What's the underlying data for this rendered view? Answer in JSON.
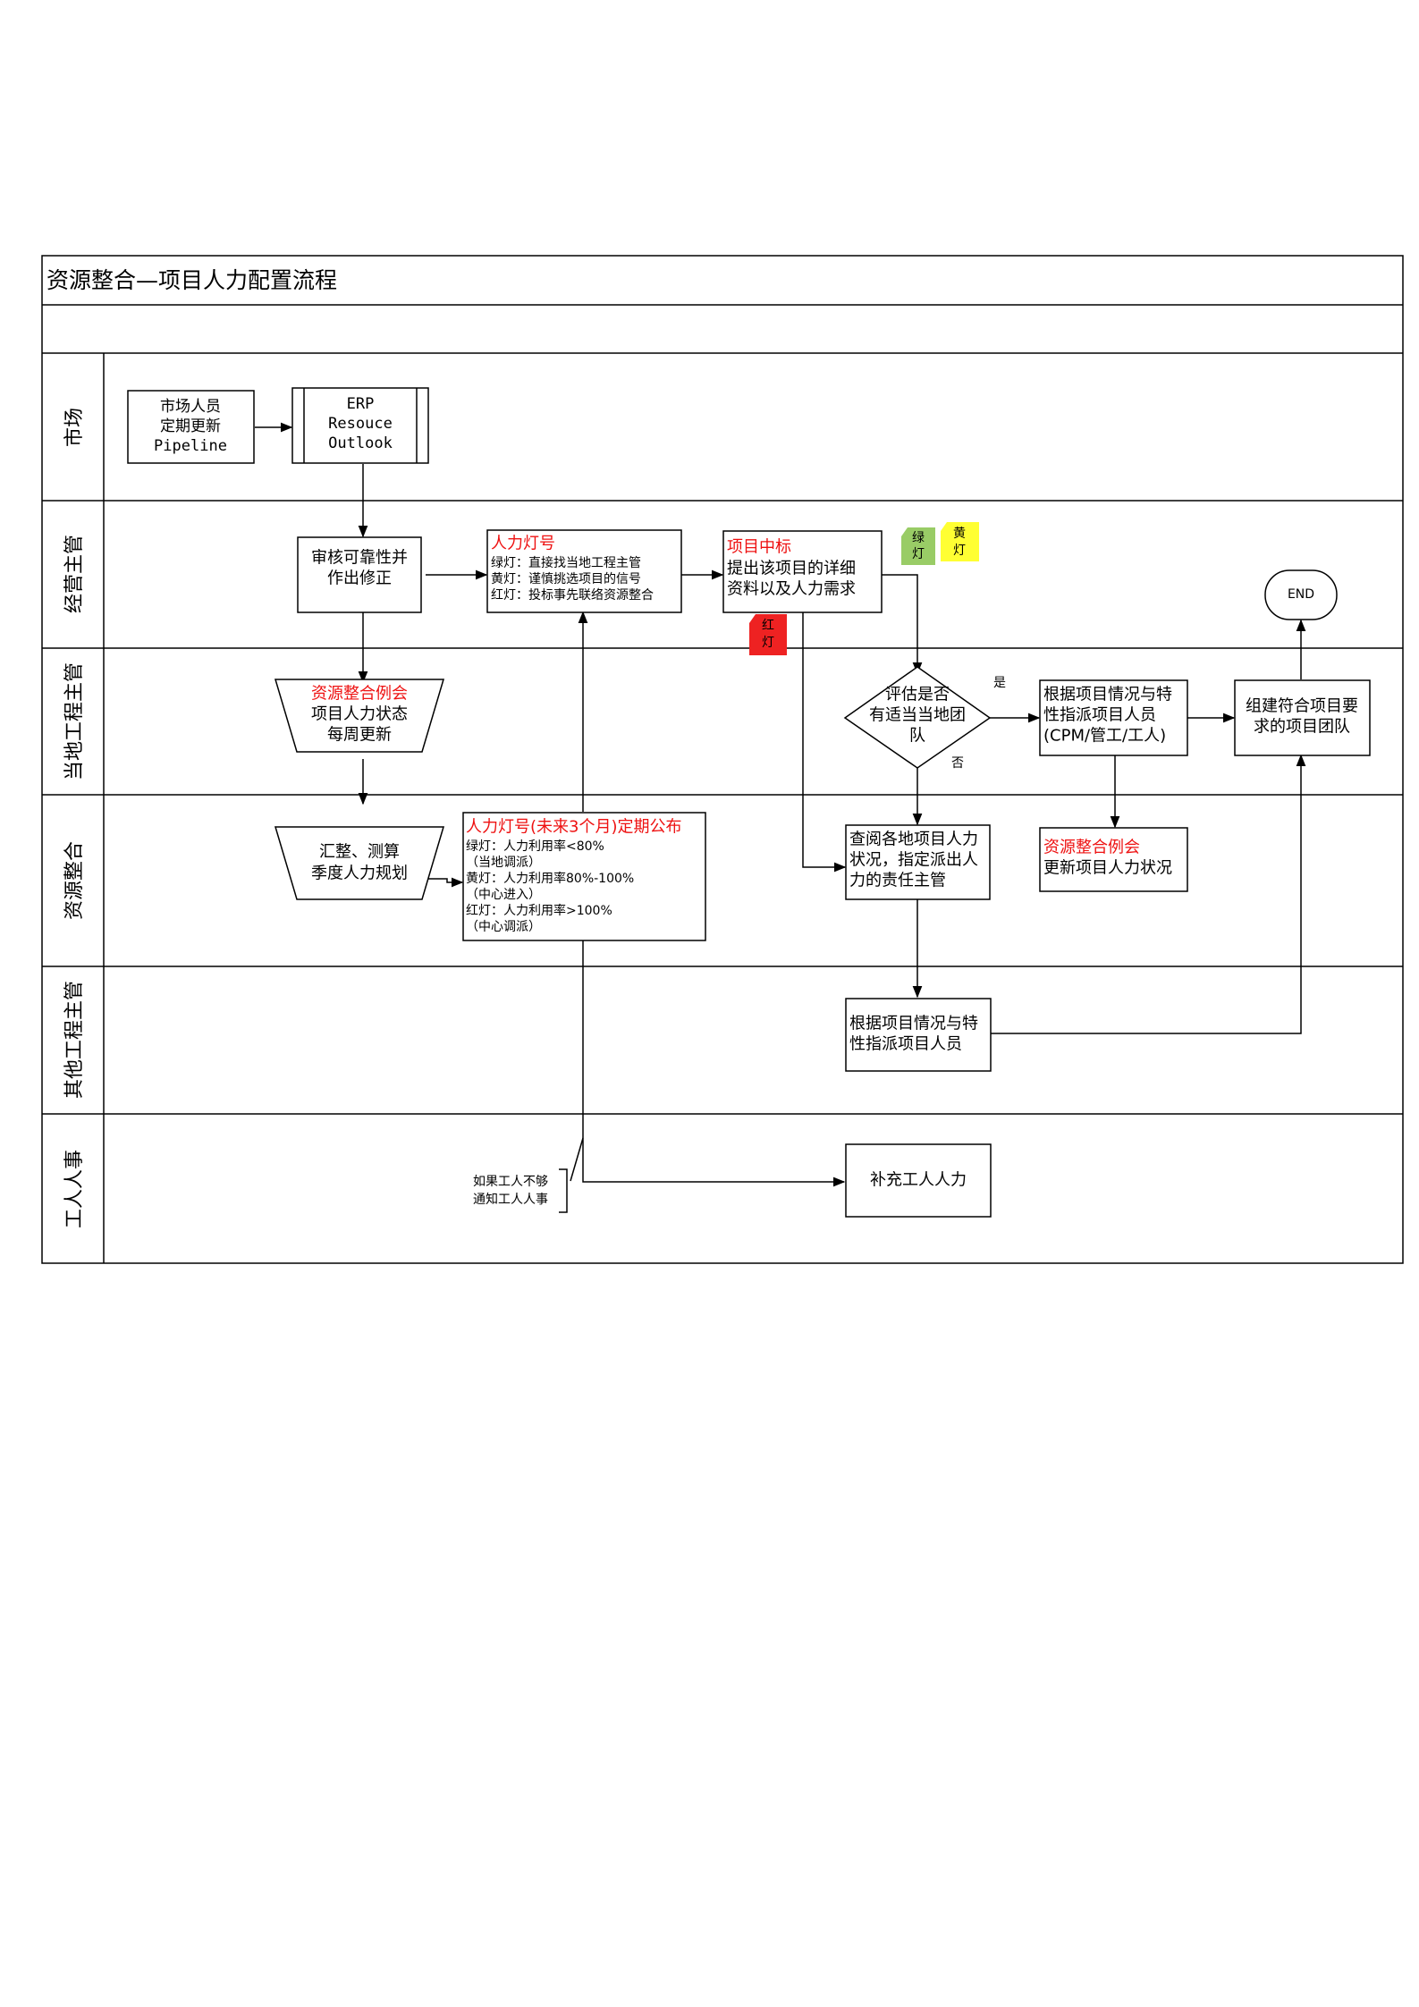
{
  "title": "资源整合—项目人力配置流程",
  "lanes": [
    "市场",
    "经营主管",
    "当地工程主管",
    "资源整合",
    "其他工程主管",
    "工人人事"
  ],
  "nodes": {
    "market_update": [
      "市场人员",
      "定期更新",
      "Pipeline"
    ],
    "erp": [
      "ERP",
      "Resouce",
      "Outlook"
    ],
    "review": [
      "审核可靠性并",
      "作出修正"
    ],
    "light_signal": {
      "heading": "人力灯号",
      "lines": [
        "绿灯：直接找当地工程主管",
        "黄灯：谨慎挑选项目的信号",
        "红灯：投标事先联络资源整合"
      ]
    },
    "won": {
      "heading": "项目中标",
      "lines": [
        "提出该项目的详细",
        "资料以及人力需求"
      ]
    },
    "weekly_meeting": {
      "heading": "资源整合例会",
      "lines": [
        "项目人力状态",
        "每周更新"
      ]
    },
    "consolidate": [
      "汇整、测算",
      "季度人力规划"
    ],
    "publish": {
      "heading": "人力灯号(未来3个月)定期公布",
      "lines": [
        "绿灯：人力利用率<80%",
        "（当地调派）",
        "黄灯：人力利用率80%-100%",
        "（中心进入）",
        "红灯：人力利用率>100%",
        "（中心调派）"
      ]
    },
    "decision": [
      "评估是否",
      "有适当当地团",
      "队"
    ],
    "yes": "是",
    "no": "否",
    "assign_local": [
      "根据项目情况与特",
      "性指派项目人员",
      "(CPM/管工/工人)"
    ],
    "build_team": [
      "组建符合项目要",
      "求的项目团队"
    ],
    "end": "END",
    "check_all": [
      "查阅各地项目人力",
      "状况，指定派出人",
      "力的责任主管"
    ],
    "meeting_update": {
      "heading": "资源整合例会",
      "lines": [
        "更新项目人力状况"
      ]
    },
    "assign_other": [
      "根据项目情况与特",
      "性指派项目人员"
    ],
    "supplement": "补充工人人力",
    "note": [
      "如果工人不够",
      "通知工人人事"
    ]
  },
  "flags": {
    "green": [
      "绿",
      "灯"
    ],
    "yellow": [
      "黄",
      "灯"
    ],
    "red": [
      "红",
      "灯"
    ]
  },
  "colors": {
    "green_flag": "#99cc66",
    "yellow_flag": "#ffff33",
    "red_flag": "#ee2222",
    "red_text": "#ee1111"
  }
}
